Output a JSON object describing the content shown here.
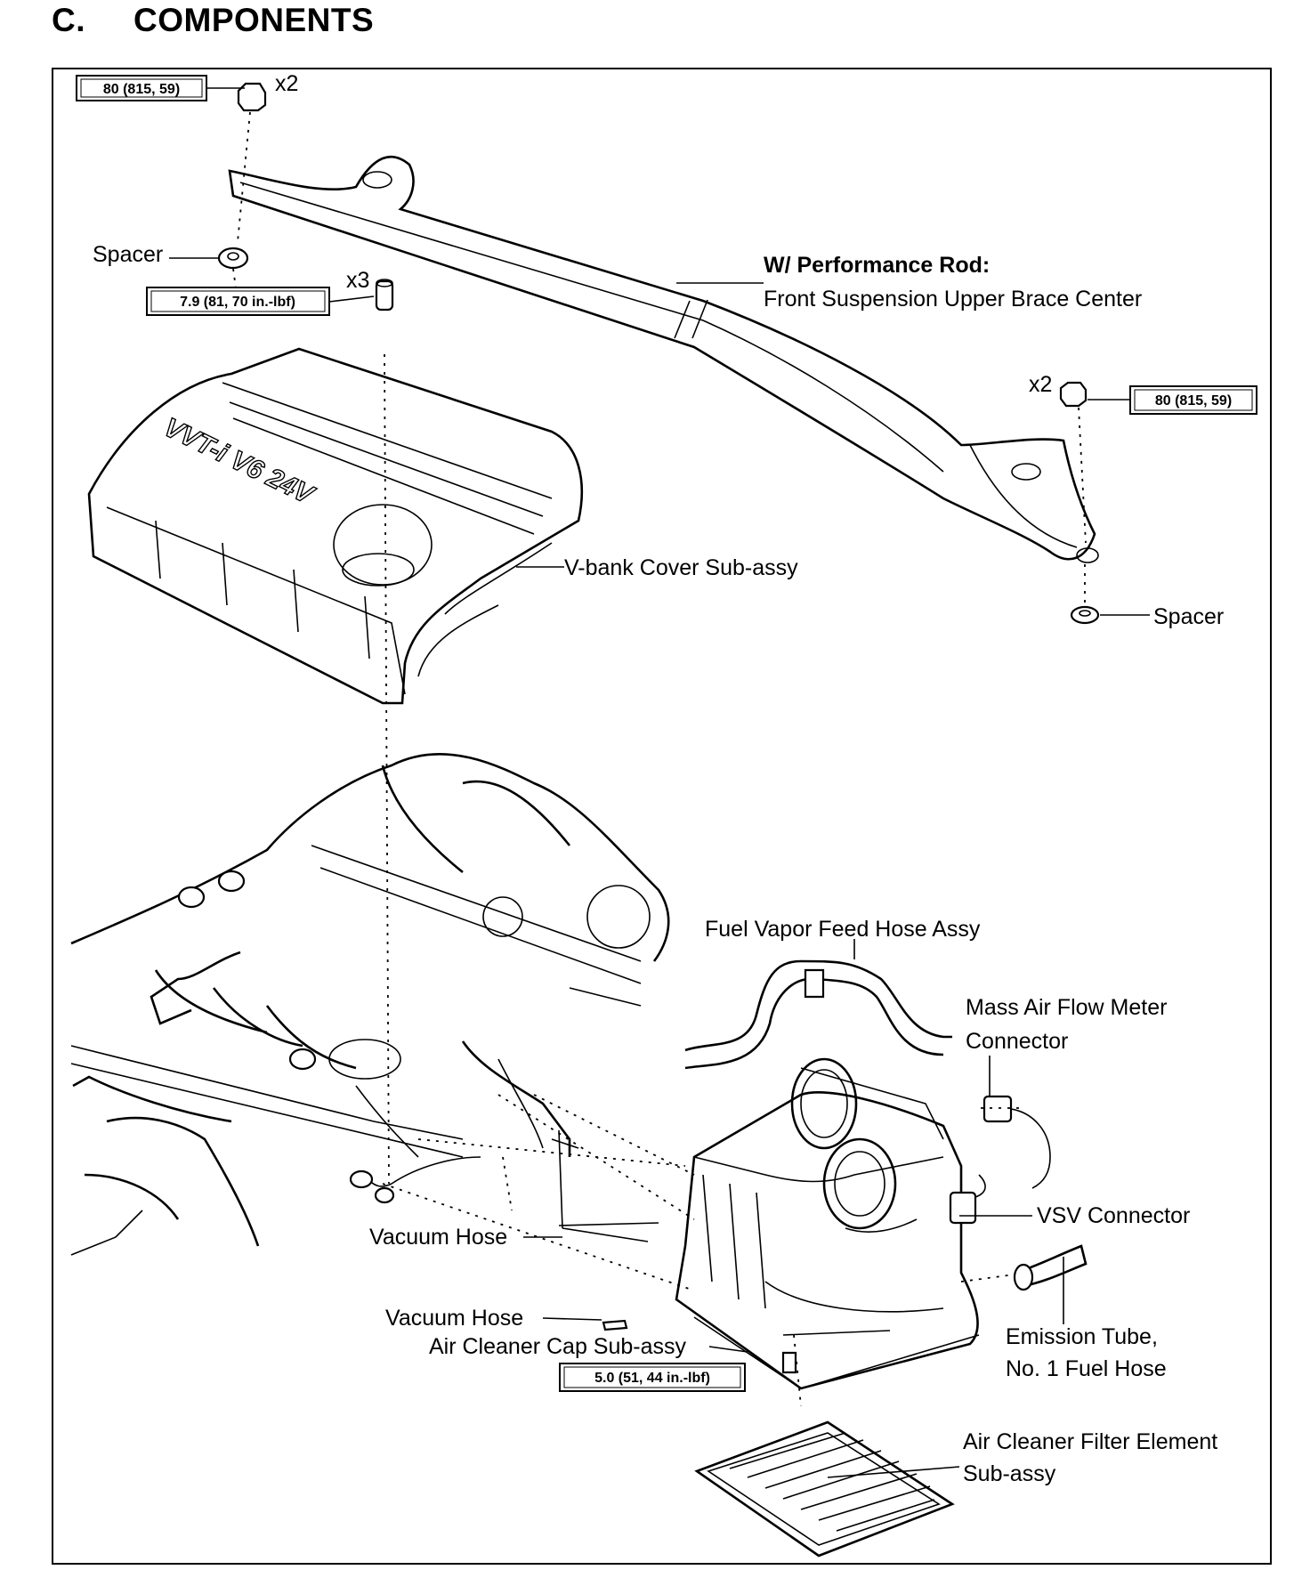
{
  "section": {
    "letter": "C.",
    "title": "COMPONENTS"
  },
  "labels": {
    "spacer_left": "Spacer",
    "spacer_right": "Spacer",
    "performance_rod_line1": "W/ Performance Rod:",
    "performance_rod_line2": "Front Suspension Upper Brace Center",
    "vbank_cover": "V-bank Cover Sub-assy",
    "fuel_vapor_hose": "Fuel Vapor Feed Hose Assy",
    "maf_connector_line1": "Mass Air Flow Meter",
    "maf_connector_line2": "Connector",
    "vsv_connector": "VSV Connector",
    "vacuum_hose_1": "Vacuum Hose",
    "vacuum_hose_2": "Vacuum Hose",
    "air_cleaner_cap": "Air Cleaner Cap Sub-assy",
    "emission_tube_line1": "Emission Tube,",
    "emission_tube_line2": "No. 1 Fuel Hose",
    "filter_element_line1": "Air Cleaner Filter Element",
    "filter_element_line2": "Sub-assy",
    "cover_emblem": "VVT-i V6 24V"
  },
  "torque": {
    "nut_left": "80 (815, 59)",
    "nut_right": "80 (815, 59)",
    "cover_nut": "7.9 (81, 70 in.-lbf)",
    "cap_bolt": "5.0 (51, 44 in.-lbf)"
  },
  "quantities": {
    "nut_left": "x2",
    "nut_right": "x2",
    "cover_nut": "x3"
  }
}
